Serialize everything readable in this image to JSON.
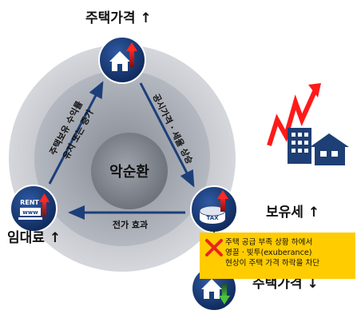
{
  "nodes": {
    "top": {
      "label": "주택가격 ↑",
      "icon": "house-up-icon"
    },
    "right": {
      "label": "보유세 ↑",
      "icon": "tax-up-icon"
    },
    "left": {
      "label": "임대료 ↑",
      "icon": "rent-up-icon"
    },
    "bottom": {
      "label": "주택가격 ↓",
      "icon": "house-down-icon"
    }
  },
  "center_label": "악순환",
  "edges": {
    "right_line1": "공시가격 · 세율 상승",
    "left_line1": "주택보유 수익률",
    "left_line2": "유지 또는 증가",
    "bottom": "전가 효과"
  },
  "icon_texts": {
    "rent": "RENT",
    "www": "www",
    "tax": "TAX"
  },
  "note": {
    "lines": [
      "주택 공급 부족 상황 하에서",
      "영끌 · 빚투(exuberance)",
      "현상이 주택 가격 하락을 차단"
    ],
    "marker": "x-icon"
  },
  "decoration": "buildings-rising-arrow-icon",
  "colors": {
    "navy": "#1c3f7a",
    "circle_outer": "#c9ccd3",
    "circle_mid": "#a9adb6",
    "circle_inner": "#8c9099",
    "arrow_red": "#e8261f",
    "arrow_green": "#3a9c2c",
    "note_bg": "#ffcc00",
    "x_red": "#e8261f"
  }
}
